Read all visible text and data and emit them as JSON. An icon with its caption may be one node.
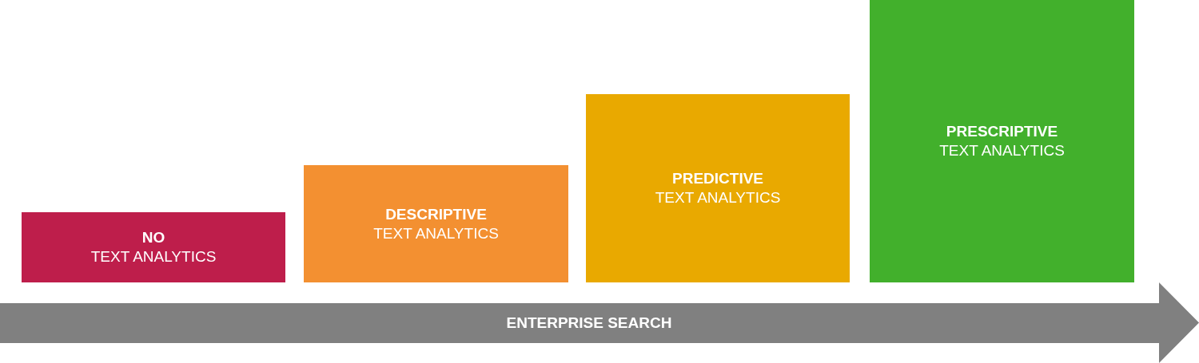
{
  "diagram": {
    "nodes": [
      {
        "text": [
          "NO",
          "TEXT ANALYTICS"
        ]
      },
      {
        "text": [
          "DESCRIPTIVE",
          "TEXT ANALYTICS"
        ]
      },
      {
        "text": [
          "PREDICTIVE",
          "TEXT ANALYTICS"
        ]
      },
      {
        "text": [
          "PRESCRIPTIVE",
          "TEXT ANALYTICS"
        ]
      },
      {
        "text": [
          "ENTERPRISE SEARCH"
        ]
      }
    ]
  }
}
